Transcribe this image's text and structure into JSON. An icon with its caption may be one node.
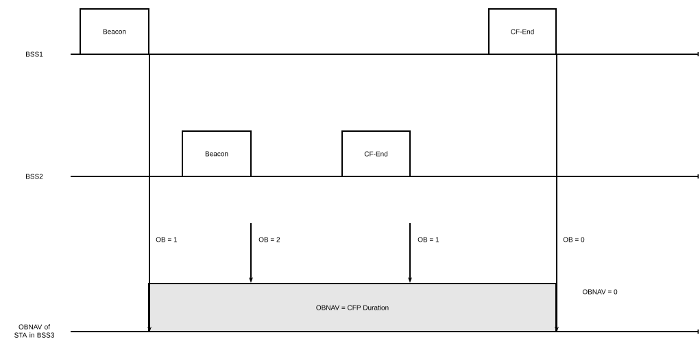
{
  "diagram": {
    "nodes": [
      {
        "text": [
          "Beacon"
        ]
      },
      {
        "text": [
          "CF-End"
        ]
      },
      {
        "text": [
          "Beacon"
        ]
      },
      {
        "text": [
          "CF-End"
        ]
      },
      {
        "text": [
          "OBNAV = CFP Duration"
        ]
      }
    ],
    "edges": [
      {
        "from": 0,
        "to": 4,
        "arrow": "to",
        "label": "OB = 1"
      },
      {
        "from": null,
        "to": 4,
        "arrow": "to",
        "label": "OB = 2"
      },
      {
        "from": null,
        "to": 4,
        "arrow": "to",
        "label": "OB = 1"
      },
      {
        "from": 1,
        "to": 4,
        "arrow": "to",
        "label": "OB = 0"
      }
    ],
    "labels": [
      "BSS1",
      "BSS2",
      "OBNAV = 0",
      "OBNAV of STA in BSS3"
    ]
  }
}
